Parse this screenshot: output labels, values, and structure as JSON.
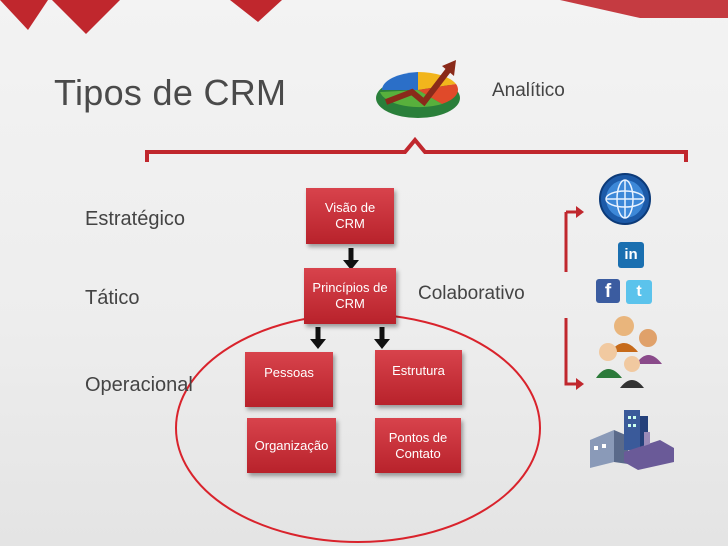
{
  "slide": {
    "title": "Tipos de CRM",
    "analytic_label": "Analítico",
    "collab_label": "Colaborativo"
  },
  "levels": {
    "strategic": "Estratégico",
    "tactical": "Tático",
    "operational": "Operacional"
  },
  "boxes": {
    "vision": "Visão de CRM",
    "principles": "Princípios de CRM",
    "people": "Pessoas",
    "structure": "Estrutura",
    "organization": "Organização",
    "contact_points": "Pontos de Contato"
  },
  "colors": {
    "accent": "#c0272d",
    "box": "#c42f38",
    "text": "#444444"
  },
  "icons": [
    "pie-chart-growth-icon",
    "globe-icon",
    "linkedin-icon",
    "facebook-icon",
    "twitter-icon",
    "people-group-icon",
    "buildings-icon"
  ]
}
